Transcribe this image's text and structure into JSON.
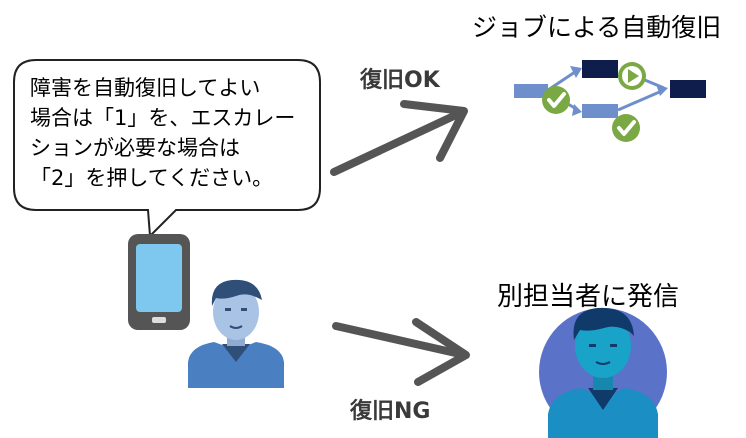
{
  "bubble": {
    "lines": [
      "障害を自動復旧してよい",
      "場合は「1」を、エスカレー",
      "ションが必要な場合は",
      "「2」を押してください。"
    ]
  },
  "branches": {
    "ok_label": "復旧OK",
    "ng_label": "復旧NG"
  },
  "outcomes": {
    "job_recovery_title": "ジョブによる自動復旧",
    "notify_other_title": "別担当者に発信"
  },
  "colors": {
    "arrow": "#555555",
    "phone_screen": "#7ec8f0",
    "phone_body": "#555555",
    "person_shirt": "#4a7fc1",
    "person_skin": "#a9c3e4",
    "person_hair": "#2f4f78",
    "contact_circle": "#5a72c8",
    "contact_skin": "#19a3c8",
    "contact_shirt": "#1b8fc4",
    "flow_box_light": "#6e8fcc",
    "flow_box_dark": "#0f1d4c",
    "check_green": "#7aa843"
  },
  "icons": {
    "phone": "smartphone-icon",
    "caller": "person-icon",
    "flow": "job-flow-icon",
    "contact": "contact-person-icon"
  }
}
